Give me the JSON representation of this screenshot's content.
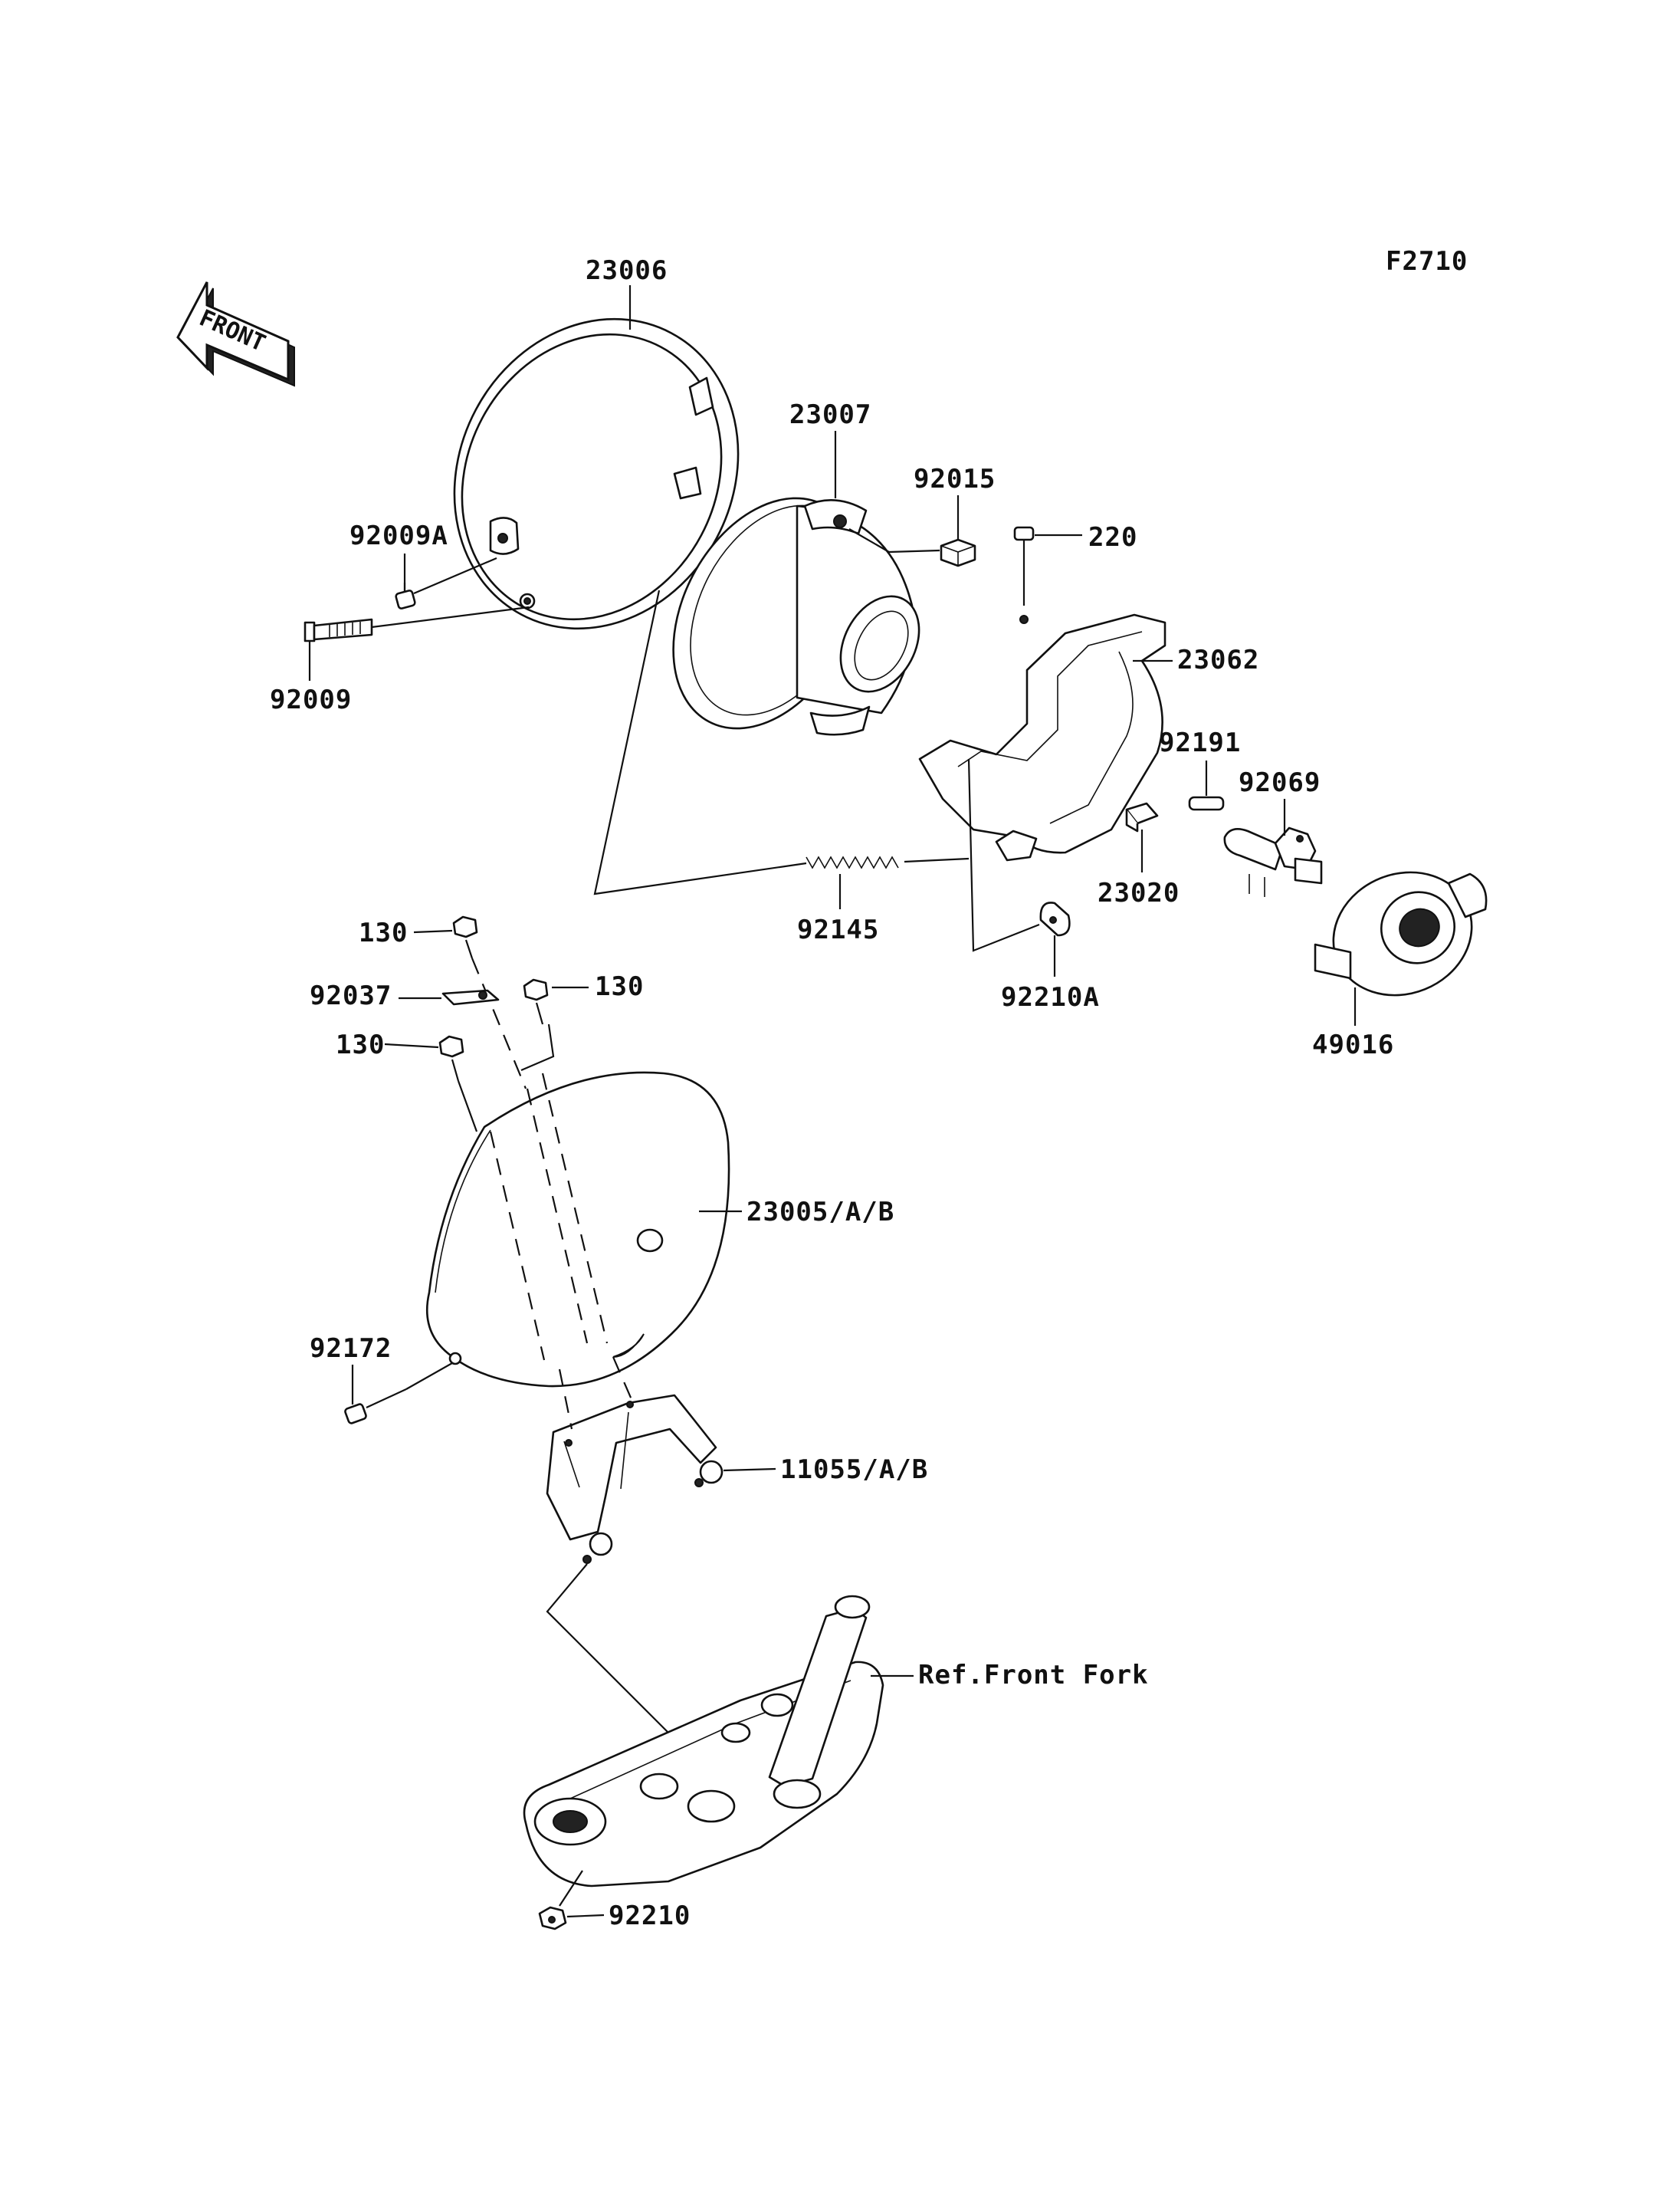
{
  "diagram_code": "F2710",
  "front_badge": "FRONT",
  "parts": {
    "p23006": "23006",
    "p23007": "23007",
    "p92015": "92015",
    "p220": "220",
    "p92009A": "92009A",
    "p92009": "92009",
    "p23062": "23062",
    "p92191": "92191",
    "p92069": "92069",
    "p23020": "23020",
    "p92145": "92145",
    "p92210A": "92210A",
    "p49016": "49016",
    "p130_a": "130",
    "p92037": "92037",
    "p130_b": "130",
    "p130_c": "130",
    "p23005": "23005/A/B",
    "p92172": "92172",
    "p11055": "11055/A/B",
    "ref_front_fork": "Ref.Front Fork",
    "p92210": "92210"
  }
}
